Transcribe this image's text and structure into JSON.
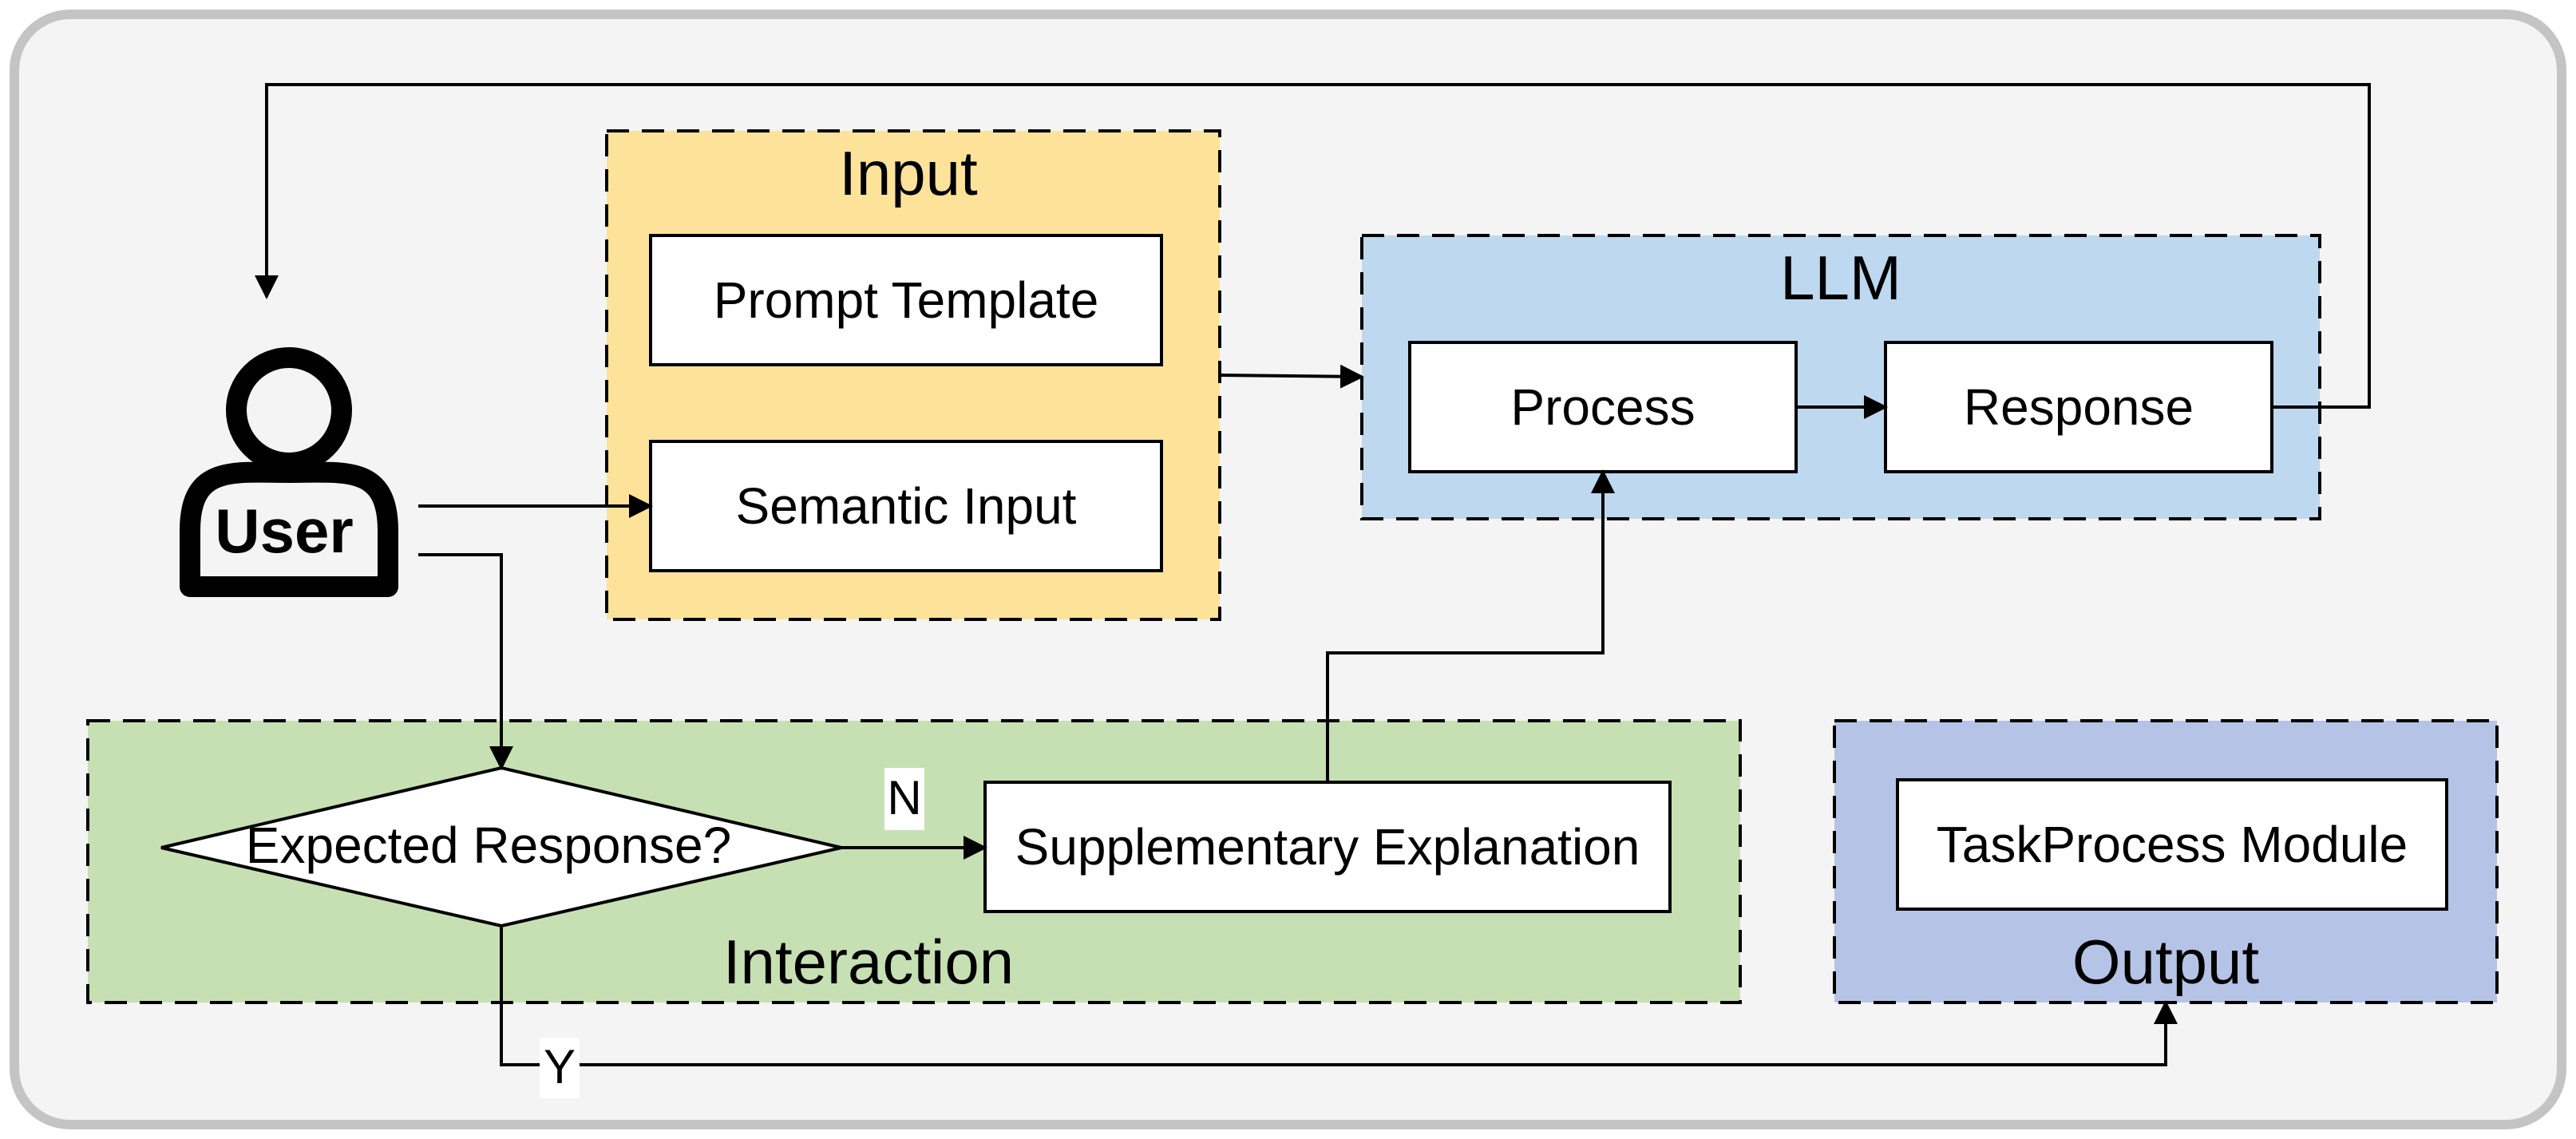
{
  "user": {
    "label": "User"
  },
  "input_group": {
    "title": "Input",
    "prompt_template": "Prompt Template",
    "semantic_input": "Semantic Input"
  },
  "llm_group": {
    "title": "LLM",
    "process": "Process",
    "response": "Response"
  },
  "interaction_group": {
    "title": "Interaction",
    "decision": "Expected Response?",
    "supplementary": "Supplementary Explanation",
    "no_label": "N",
    "yes_label": "Y"
  },
  "output_group": {
    "title": "Output",
    "task_module": "TaskProcess Module"
  },
  "colors": {
    "canvas": "#f4f4f4",
    "canvas_border": "#c4c4c4",
    "input_fill": "#fde39a",
    "llm_fill": "#bed8ef",
    "interaction_fill": "#c6e0b3",
    "output_fill": "#b5c4e6"
  }
}
